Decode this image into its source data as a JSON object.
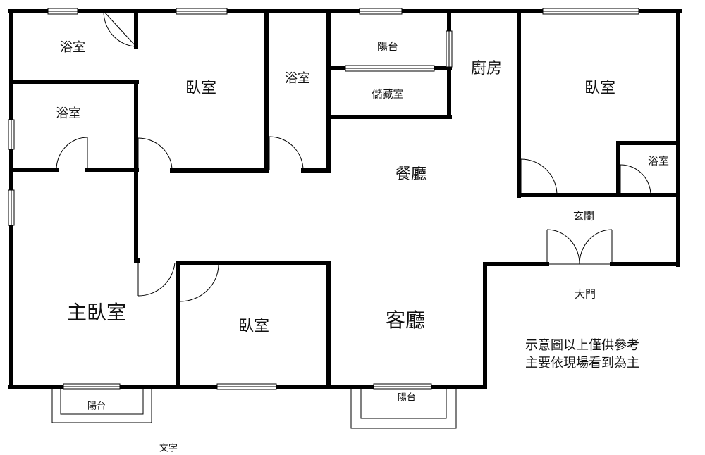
{
  "rooms": {
    "bath_top_left": "浴室",
    "bath_mid_left": "浴室",
    "bedroom_top": "臥室",
    "bath_center": "浴室",
    "balcony_top": "陽台",
    "storage": "儲藏室",
    "kitchen": "廚房",
    "bedroom_right": "臥室",
    "bath_right": "浴室",
    "dining": "餐廳",
    "foyer": "玄關",
    "main_door": "大門",
    "master_bedroom": "主臥室",
    "bedroom_bottom": "臥室",
    "living_room": "客廳",
    "balcony_bottom_left": "陽台",
    "balcony_bottom_mid": "陽台"
  },
  "disclaimer": {
    "line1": "示意圖以上僅供參考",
    "line2": "主要依現場看到為主"
  },
  "caption": "文字"
}
